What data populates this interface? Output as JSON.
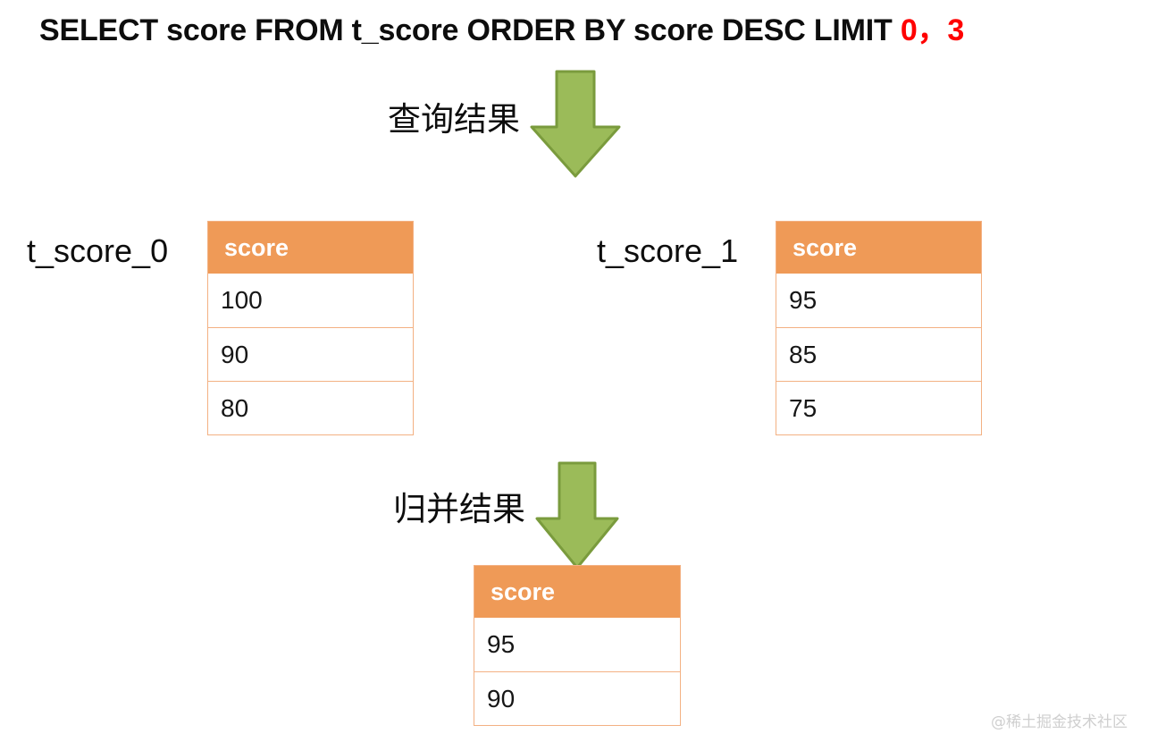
{
  "title": {
    "sql_prefix": "SELECT score FROM t_score ORDER BY score DESC LIMIT ",
    "limit_args": "0，3"
  },
  "flow": {
    "query_label": "查询结果",
    "merge_label": "归并结果"
  },
  "colors": {
    "header_orange": "#ef9a57",
    "border_orange": "#f3b183",
    "arrow_green": "#9bbb59",
    "arrow_green_border": "#7a9b3d",
    "accent_red": "#ff0000"
  },
  "tables": {
    "left": {
      "label": "t_score_0",
      "header": "score",
      "rows": [
        "100",
        "90",
        "80"
      ]
    },
    "right": {
      "label": "t_score_1",
      "header": "score",
      "rows": [
        "95",
        "85",
        "75"
      ]
    },
    "bottom": {
      "header": "score",
      "rows": [
        "95",
        "90"
      ]
    }
  },
  "watermark": "@稀土掘金技术社区"
}
